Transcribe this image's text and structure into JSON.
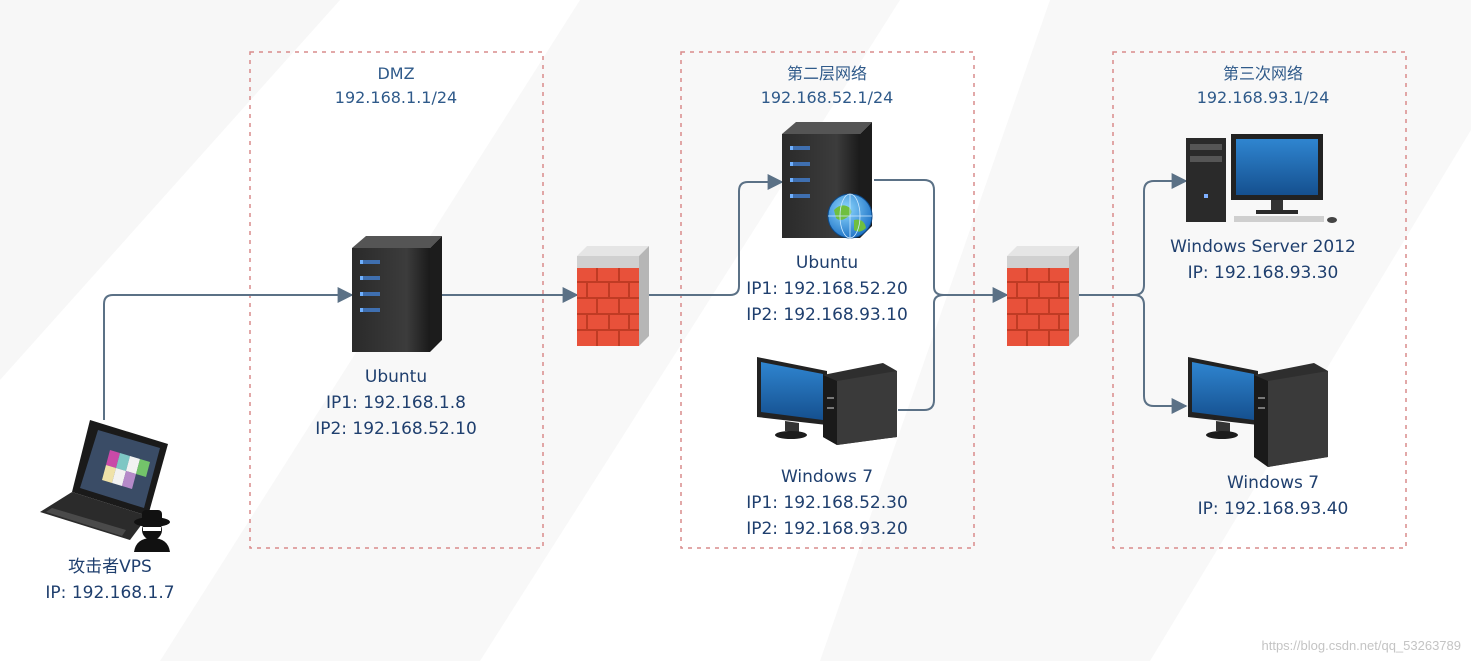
{
  "zones": [
    {
      "id": "dmz",
      "name": "DMZ",
      "subnet": "192.168.1.1/24"
    },
    {
      "id": "layer2",
      "name": "第二层网络",
      "subnet": "192.168.52.1/24"
    },
    {
      "id": "layer3",
      "name": "第三次网络",
      "subnet": "192.168.93.1/24"
    }
  ],
  "nodes": {
    "attacker": {
      "name": "攻击者VPS",
      "ip1": "IP: 192.168.1.7",
      "icon": "laptop-hacker-icon"
    },
    "dmz_ubuntu": {
      "name": "Ubuntu",
      "ip1": "IP1: 192.168.1.8",
      "ip2": "IP2: 192.168.52.10",
      "icon": "server-icon"
    },
    "l2_ubuntu": {
      "name": "Ubuntu",
      "ip1": "IP1: 192.168.52.20",
      "ip2": "IP2: 192.168.93.10",
      "icon": "web-server-icon"
    },
    "l2_win7": {
      "name": "Windows 7",
      "ip1": "IP1: 192.168.52.30",
      "ip2": "IP2: 192.168.93.20",
      "icon": "desktop-pc-icon"
    },
    "l3_winserver": {
      "name": "Windows Server 2012",
      "ip1": "IP: 192.168.93.30",
      "icon": "server-pc-icon"
    },
    "l3_win7": {
      "name": "Windows 7",
      "ip1": "IP: 192.168.93.40",
      "icon": "desktop-pc-icon"
    }
  },
  "firewalls": [
    {
      "id": "fw1",
      "icon": "firewall-icon"
    },
    {
      "id": "fw2",
      "icon": "firewall-icon"
    }
  ],
  "colors": {
    "line": "#5b7186",
    "zone_border": "#d98b8b",
    "label": "#2f5a8a",
    "screen": "#1d5fa4"
  },
  "watermark": "https://blog.csdn.net/qq_53263789"
}
